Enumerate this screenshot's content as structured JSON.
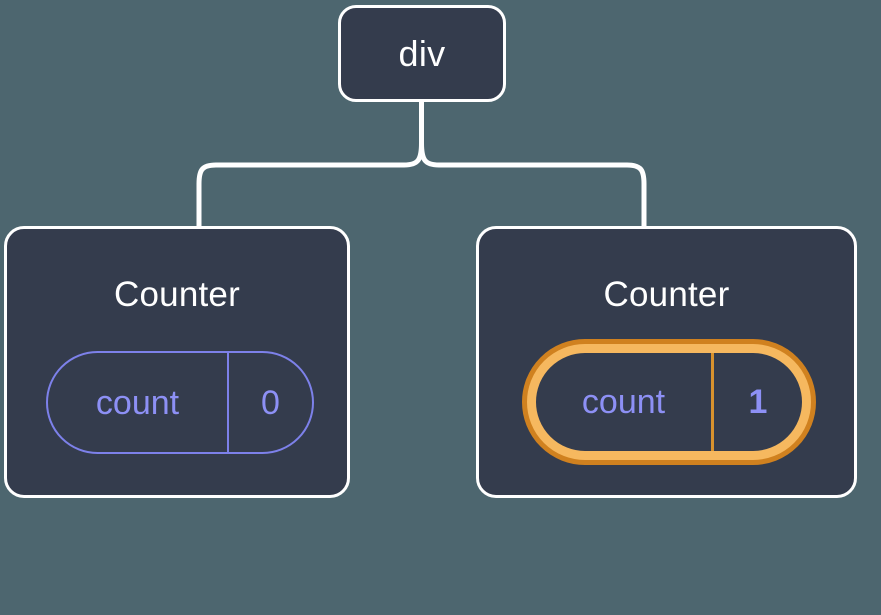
{
  "diagram": {
    "type": "component-tree",
    "title": "React component tree with highlighted state update",
    "background_color": "#4d666f",
    "node_fill_color": "#343c4d",
    "node_border_color": "#ffffff",
    "connector_color": "#ffffff",
    "state_accent_color": "#8d90f5",
    "highlight_outer_color": "#d0811f",
    "highlight_inner_color": "#f6b85f",
    "sparkle_color": "#f6b85f"
  },
  "root": {
    "label": "div"
  },
  "children": [
    {
      "title": "Counter",
      "state": {
        "key": "count",
        "value": "0"
      },
      "highlighted": false,
      "sparkle": false
    },
    {
      "title": "Counter",
      "state": {
        "key": "count",
        "value": "1"
      },
      "highlighted": true,
      "sparkle": true
    }
  ]
}
